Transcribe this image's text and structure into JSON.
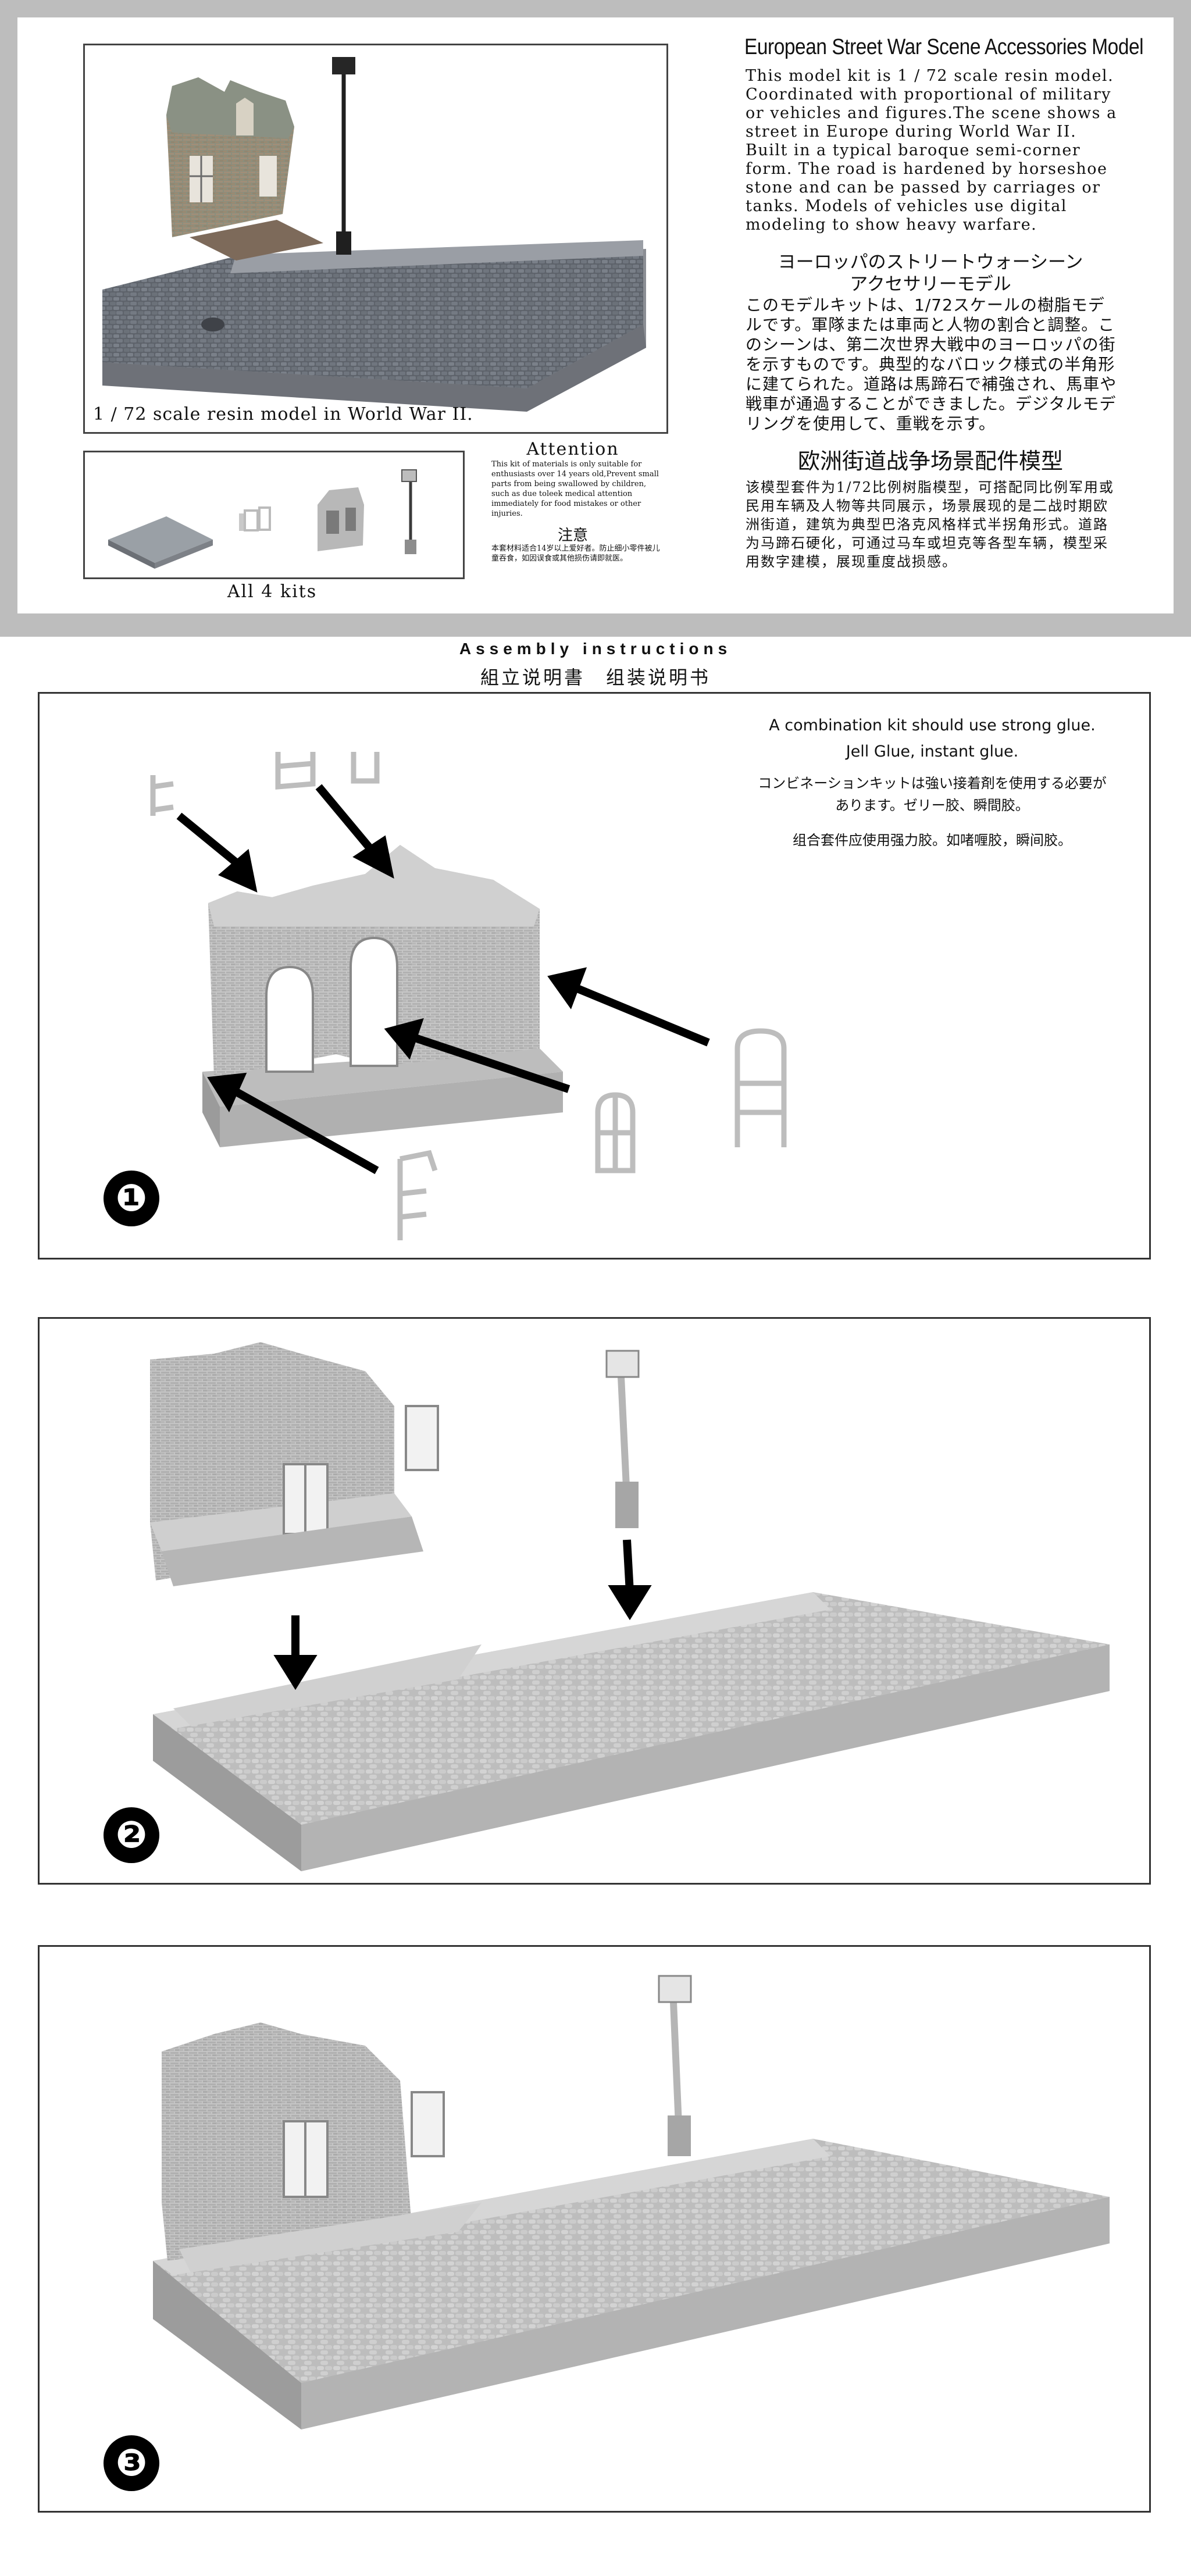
{
  "header": {
    "photo_caption": "1 / 72 scale resin model in World War II.",
    "kits_caption": "All 4 kits",
    "attention_title": "Attention",
    "attention_en": "This kit of materials is only suitable for enthusiasts over 14 years old,Prevent small parts from being swallowed by children, such as due toleek medical attention immediately for food mistakes or other injuries.",
    "attention_zh_title": "注意",
    "attention_zh": "本套材料适合14岁以上爱好者。防止细小零件被儿童吞食，如因误食或其他损伤请即就医。"
  },
  "description": {
    "title": "European Street War Scene Accessories Model",
    "en": "This model kit is 1 / 72 scale resin model. Coordinated with proportional of military or vehicles and figures.The scene shows a street in Europe during World War II. Built in a typical baroque semi-corner form. The road is hardened by horseshoe stone and can be passed by carriages or tanks. Models of vehicles use digital modeling to show heavy warfare.",
    "ja_title": "ヨーロッパのストリートウォーシーン\nアクセサリーモデル",
    "ja": "このモデルキットは、1/72スケールの樹脂モデルです。軍隊または車両と人物の割合と調整。このシーンは、第二次世界大戦中のヨーロッパの街を示すものです。典型的なバロック様式の半角形に建てられた。道路は馬蹄石で補強され、馬車や戦車が通過することができました。デジタルモデリングを使用して、重戦を示す。",
    "zh_title": "欧洲街道战争场景配件模型",
    "zh": "该模型套件为1/72比例树脂模型，可搭配同比例军用或民用车辆及人物等共同展示，场景展现的是二战时期欧洲街道，建筑为典型巴洛克风格样式半拐角形式。道路为马蹄石硬化，可通过马车或坦克等各型车辆，模型采用数字建模，展现重度战损感。"
  },
  "assembly": {
    "title_en": "Assembly instructions",
    "title_zh": "組立说明書　组装说明书"
  },
  "glue_note": {
    "en1": "A combination kit should use strong glue.",
    "en2": "Jell Glue, instant glue.",
    "ja": "コンビネーションキットは強い接着剤を使用する必要があります。ゼリー胶、瞬間胶。",
    "zh": "组合套件应使用强力胶。如啫喱胶，瞬间胶。"
  },
  "steps": [
    "❶",
    "❷",
    "❸"
  ],
  "colors": {
    "band": "#bdbdbd",
    "resin": "#c4c4c4",
    "resin_dark": "#8c8c8c",
    "ink": "#000000"
  }
}
